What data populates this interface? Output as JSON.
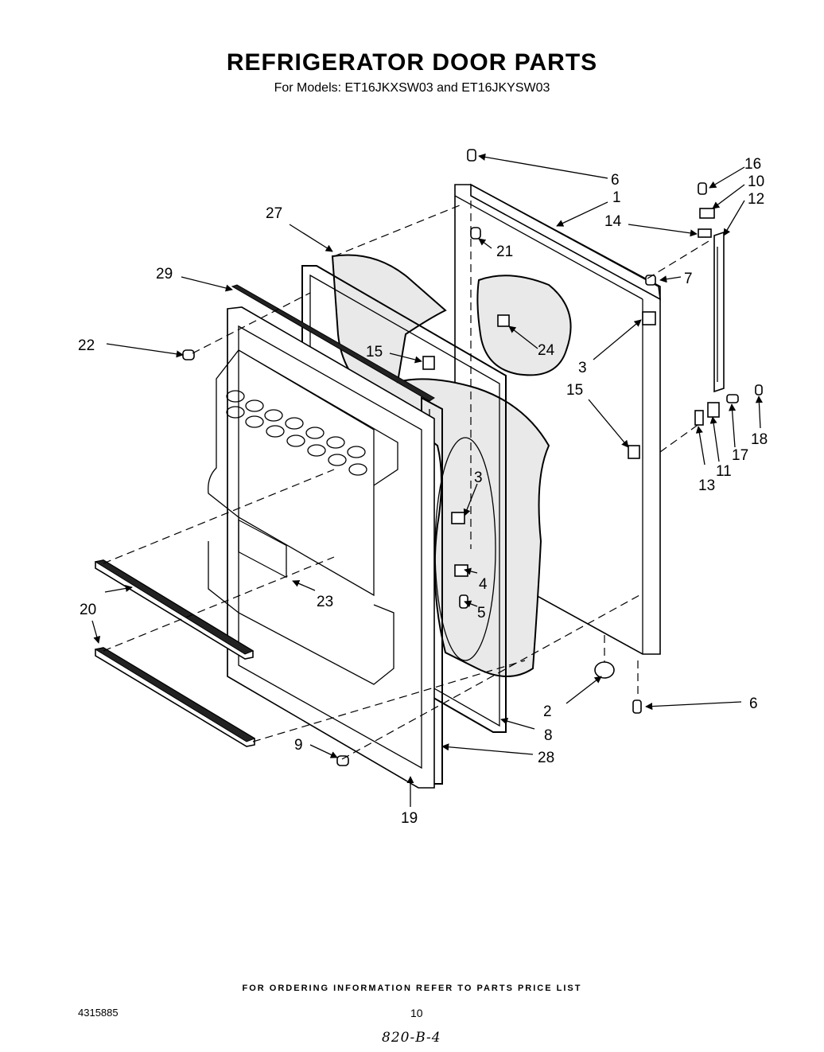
{
  "header": {
    "title": "REFRIGERATOR DOOR PARTS",
    "subtitle": "For Models: ET16JKXSW03 and ET16JKYSW03"
  },
  "callouts": [
    {
      "id": "c1",
      "label": "1"
    },
    {
      "id": "c2",
      "label": "2"
    },
    {
      "id": "c3a",
      "label": "3"
    },
    {
      "id": "c3b",
      "label": "3"
    },
    {
      "id": "c4",
      "label": "4"
    },
    {
      "id": "c5",
      "label": "5"
    },
    {
      "id": "c6a",
      "label": "6"
    },
    {
      "id": "c6b",
      "label": "6"
    },
    {
      "id": "c7",
      "label": "7"
    },
    {
      "id": "c8",
      "label": "8"
    },
    {
      "id": "c9",
      "label": "9"
    },
    {
      "id": "c10",
      "label": "10"
    },
    {
      "id": "c11",
      "label": "11"
    },
    {
      "id": "c12",
      "label": "12"
    },
    {
      "id": "c13",
      "label": "13"
    },
    {
      "id": "c14",
      "label": "14"
    },
    {
      "id": "c15a",
      "label": "15"
    },
    {
      "id": "c15b",
      "label": "15"
    },
    {
      "id": "c16",
      "label": "16"
    },
    {
      "id": "c17",
      "label": "17"
    },
    {
      "id": "c18",
      "label": "18"
    },
    {
      "id": "c19",
      "label": "19"
    },
    {
      "id": "c20",
      "label": "20"
    },
    {
      "id": "c21",
      "label": "21"
    },
    {
      "id": "c22",
      "label": "22"
    },
    {
      "id": "c23",
      "label": "23"
    },
    {
      "id": "c24",
      "label": "24"
    },
    {
      "id": "c27",
      "label": "27"
    },
    {
      "id": "c28",
      "label": "28"
    },
    {
      "id": "c29",
      "label": "29"
    }
  ],
  "footer": {
    "note": "FOR ORDERING INFORMATION REFER TO PARTS PRICE LIST",
    "doc_number": "4315885",
    "page_number": "10",
    "handwritten": "820-B-4"
  }
}
